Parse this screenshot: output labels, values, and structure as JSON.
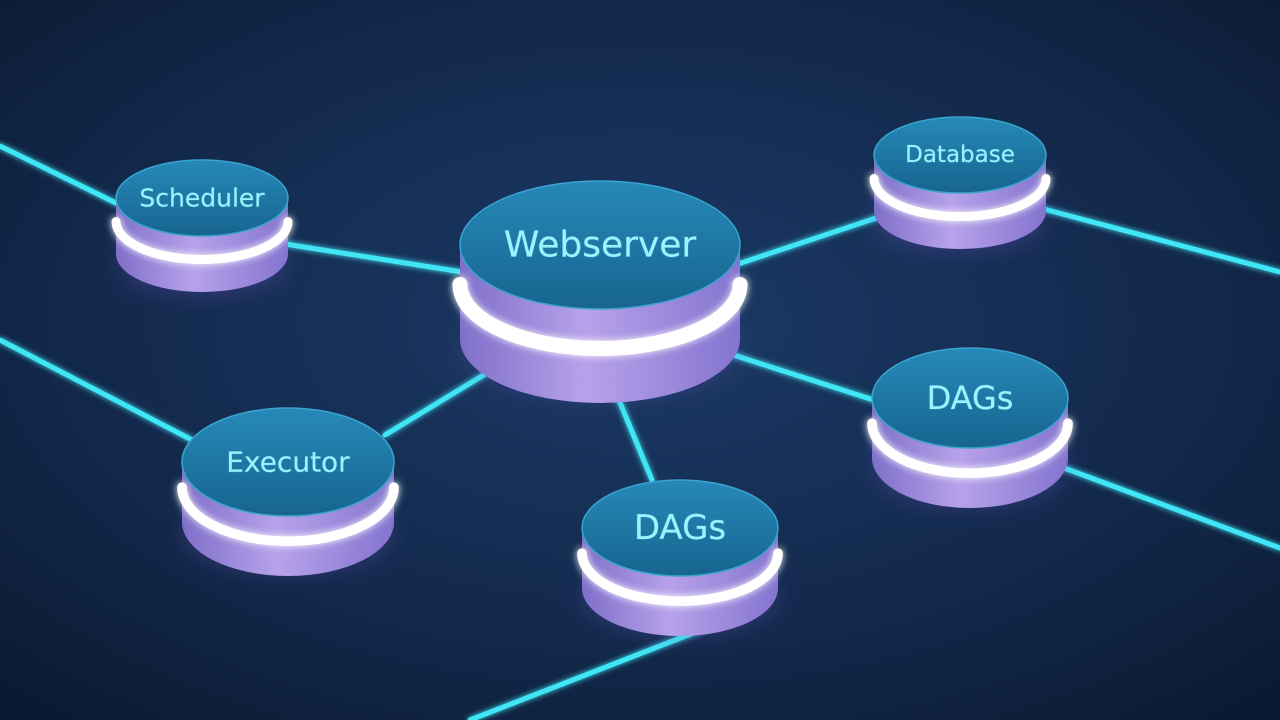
{
  "diagram": {
    "nodes": [
      {
        "id": "webserver",
        "label": "Webserver",
        "size": "large"
      },
      {
        "id": "scheduler",
        "label": "Scheduler",
        "size": "small"
      },
      {
        "id": "database",
        "label": "Database",
        "size": "small"
      },
      {
        "id": "executor",
        "label": "Executor",
        "size": "small"
      },
      {
        "id": "dags-right",
        "label": "DAGs",
        "size": "small"
      },
      {
        "id": "dags-bottom",
        "label": "DAGs",
        "size": "small"
      }
    ],
    "edges": [
      {
        "from": "webserver",
        "to": "scheduler"
      },
      {
        "from": "webserver",
        "to": "database"
      },
      {
        "from": "webserver",
        "to": "executor"
      },
      {
        "from": "webserver",
        "to": "dags-right"
      },
      {
        "from": "webserver",
        "to": "dags-bottom"
      }
    ],
    "colors": {
      "background": "#0f2140",
      "link": "#3fe6f5",
      "disc_top": "#1f7aa6",
      "disc_side": "#a58ad8",
      "glow_band": "#ffffff",
      "label": "#9cf3ff"
    }
  }
}
